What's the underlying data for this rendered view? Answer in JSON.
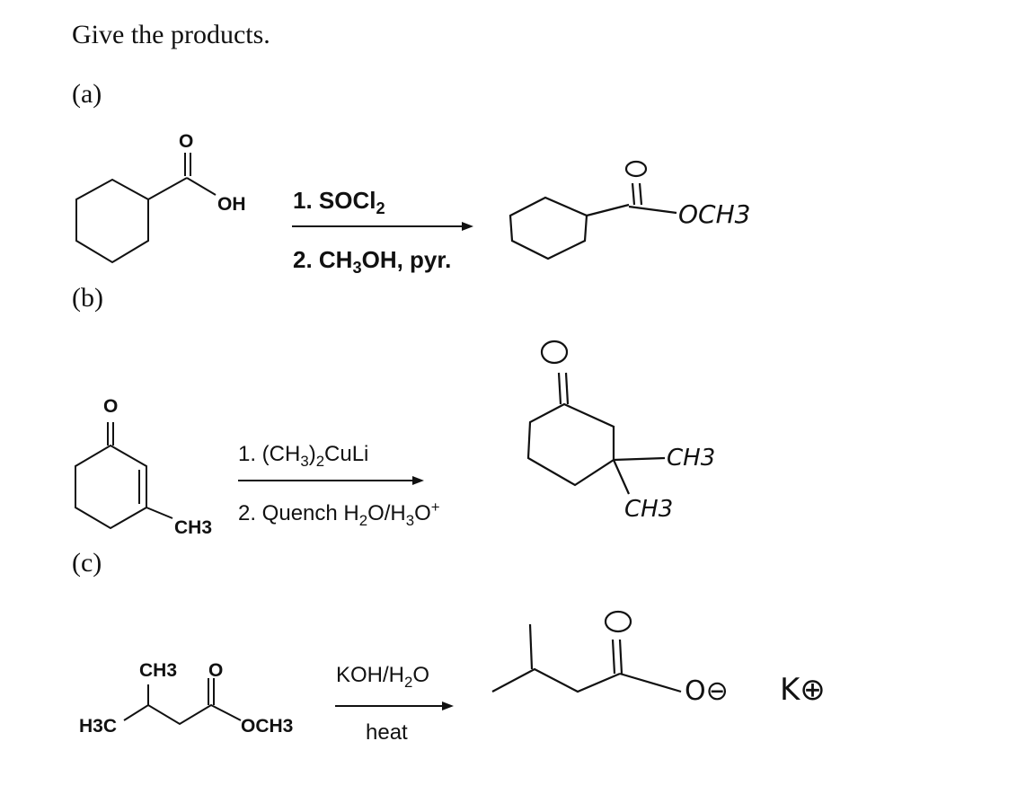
{
  "header": {
    "title": "Give the products."
  },
  "parts": [
    {
      "label": "(a)",
      "reactant": {
        "carbonyl_o": "O",
        "oh": "OH"
      },
      "reagent_1": {
        "prefix": "1. SOCl",
        "sub": "2"
      },
      "reagent_2": {
        "prefix": "2. CH",
        "sub": "3",
        "suffix": "OH, pyr."
      },
      "product": {
        "carbonyl_o": "O",
        "group": "OCH3"
      }
    },
    {
      "label": "(b)",
      "reactant": {
        "carbonyl_o": "O",
        "methyl": "CH3"
      },
      "reagent_1": {
        "p1": "1. (CH",
        "s1": "3",
        "p2": ")",
        "s2": "2",
        "p3": "CuLi"
      },
      "reagent_2": {
        "p1": "2. Quench H",
        "s1": "2",
        "p2": "O/H",
        "s2": "3",
        "p3": "O",
        "sup": "+"
      },
      "product": {
        "carbonyl_o": "O",
        "methyl_1": "CH3",
        "methyl_2": "CH3"
      }
    },
    {
      "label": "(c)",
      "reactant": {
        "ch3_top": "CH3",
        "carbonyl_o": "O",
        "h3c": "H3C",
        "och3": "OCH3"
      },
      "reagent_1": {
        "p1": "KOH/H",
        "s1": "2",
        "p2": "O"
      },
      "reagent_2": "heat",
      "product": {
        "carbonyl_o": "O",
        "anion": "O⊖",
        "cation": "K⊕"
      }
    }
  ]
}
